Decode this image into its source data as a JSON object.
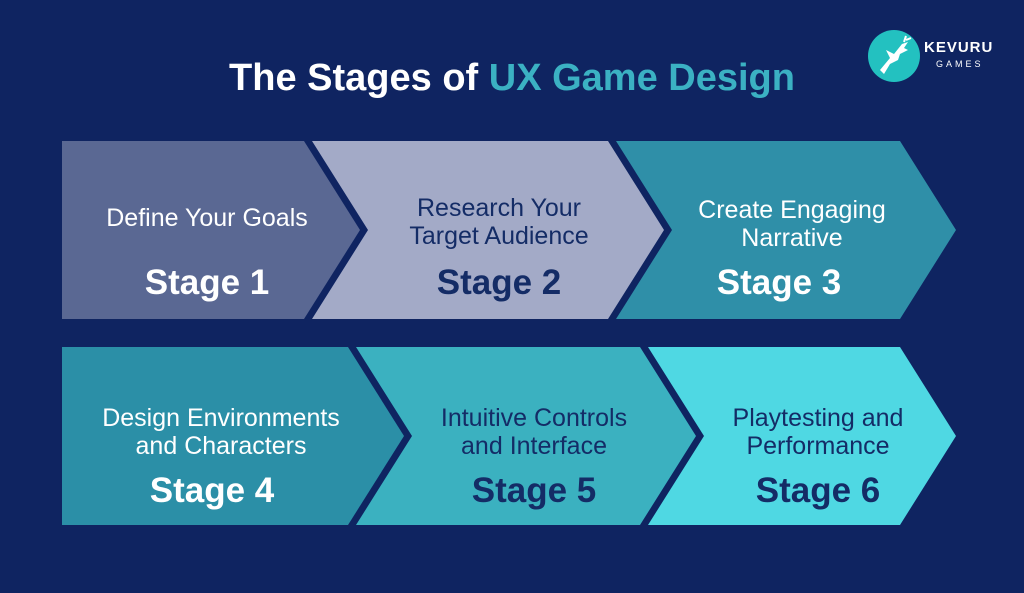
{
  "title": {
    "prefix": "The Stages of",
    "accent": "UX Game Design"
  },
  "logo": {
    "name": "KEVURU",
    "subtitle": "GAMES",
    "icon": "deer-icon"
  },
  "colors": {
    "background": "#0f2461",
    "accent": "#3bb1c3",
    "stage1": "#5a6893",
    "stage2": "#a3aac7",
    "stage3": "#2f8fa8",
    "stage4": "#2b8fa7",
    "stage5": "#3bb1c0",
    "stage6": "#4fd8e3"
  },
  "stages": [
    {
      "label_lines": [
        "Define Your Goals"
      ],
      "number": "Stage 1"
    },
    {
      "label_lines": [
        "Research Your",
        "Target Audience"
      ],
      "number": "Stage 2"
    },
    {
      "label_lines": [
        "Create Engaging",
        "Narrative"
      ],
      "number": "Stage 3"
    },
    {
      "label_lines": [
        "Design Environments",
        "and Characters"
      ],
      "number": "Stage 4"
    },
    {
      "label_lines": [
        "Intuitive Controls",
        "and Interface"
      ],
      "number": "Stage 5"
    },
    {
      "label_lines": [
        "Playtesting and",
        "Performance"
      ],
      "number": "Stage 6"
    }
  ]
}
